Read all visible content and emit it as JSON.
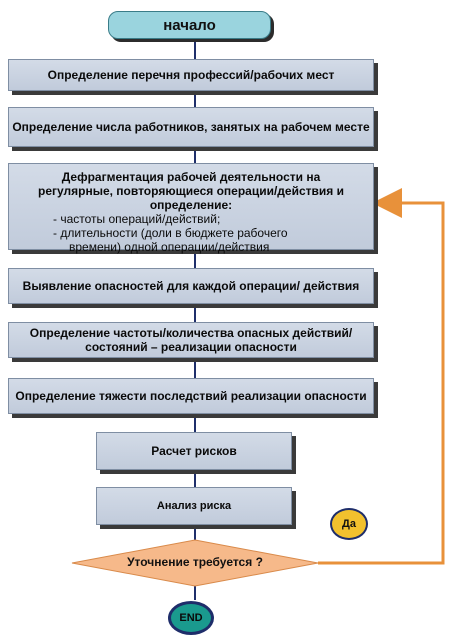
{
  "flow": {
    "start": "начало",
    "steps": [
      "Определение перечня профессий/рабочих мест",
      "Определение числа работников, занятых на рабочем месте",
      "Выявление опасностей для каждой операции/ действия",
      "Определение частоты/количества опасных действий/состояний – реализации опасности",
      "Определение тяжести последствий реализации опасности",
      "Расчет рисков",
      "Анализ риска"
    ],
    "defrag": {
      "title_line1": "Дефрагментация рабочей деятельности на",
      "title_line2": "регулярные, повторяющиеся операции/действия и",
      "title_line3": "определение:",
      "item1": "- частоты операций/действий;",
      "item2": "- длительности (доли в бюджете рабочего",
      "item3": "времени)      одной операции/действия"
    },
    "decision": "Уточнение требуется ?",
    "yes_label": "Да",
    "end": "END"
  },
  "colors": {
    "box_fill": "#c8d1e0",
    "start_fill": "#9ad4de",
    "decision_fill": "#f6b98a",
    "loop_arrow": "#e8913a",
    "yes_fill": "#f2c12e",
    "end_fill": "#1a9a8e"
  }
}
